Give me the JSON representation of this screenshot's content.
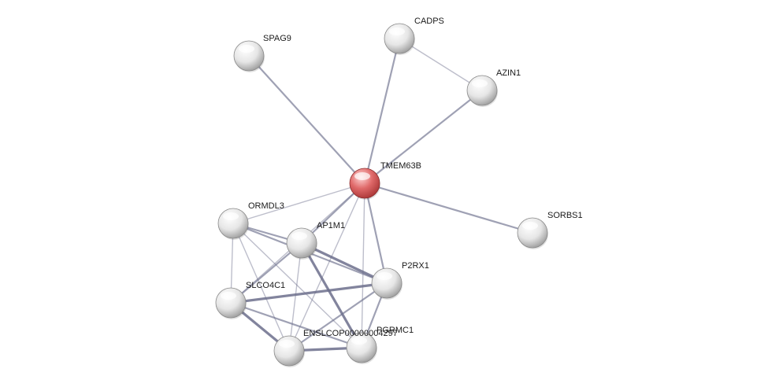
{
  "network": {
    "query_node": "TMEM63B",
    "query_color": "#e05a5a",
    "node_color": "#e8e8e8",
    "edge_color": "#6c6f8c",
    "nodes": [
      {
        "id": "TMEM63B",
        "label": "TMEM63B"
      },
      {
        "id": "SPAG9",
        "label": "SPAG9"
      },
      {
        "id": "CADPS",
        "label": "CADPS"
      },
      {
        "id": "AZIN1",
        "label": "AZIN1"
      },
      {
        "id": "SORBS1",
        "label": "SORBS1"
      },
      {
        "id": "ORMDL3",
        "label": "ORMDL3"
      },
      {
        "id": "AP1M1",
        "label": "AP1M1"
      },
      {
        "id": "P2RX1",
        "label": "P2RX1"
      },
      {
        "id": "SLCO4C1",
        "label": "SLCO4C1"
      },
      {
        "id": "ENSLCOP00000004297",
        "label": "ENSLCOP00000004297"
      },
      {
        "id": "PGRMC1",
        "label": "PGRMC1"
      }
    ],
    "edges": [
      {
        "source": "TMEM63B",
        "target": "SPAG9",
        "weight": 2
      },
      {
        "source": "TMEM63B",
        "target": "CADPS",
        "weight": 2
      },
      {
        "source": "TMEM63B",
        "target": "AZIN1",
        "weight": 2
      },
      {
        "source": "CADPS",
        "target": "AZIN1",
        "weight": 1
      },
      {
        "source": "TMEM63B",
        "target": "SORBS1",
        "weight": 2
      },
      {
        "source": "TMEM63B",
        "target": "ORMDL3",
        "weight": 1
      },
      {
        "source": "TMEM63B",
        "target": "AP1M1",
        "weight": 2
      },
      {
        "source": "TMEM63B",
        "target": "P2RX1",
        "weight": 2
      },
      {
        "source": "TMEM63B",
        "target": "ENSLCOP00000004297",
        "weight": 1
      },
      {
        "source": "TMEM63B",
        "target": "PGRMC1",
        "weight": 1
      },
      {
        "source": "TMEM63B",
        "target": "SLCO4C1",
        "weight": 1
      },
      {
        "source": "ORMDL3",
        "target": "AP1M1",
        "weight": 2
      },
      {
        "source": "ORMDL3",
        "target": "P2RX1",
        "weight": 2
      },
      {
        "source": "ORMDL3",
        "target": "SLCO4C1",
        "weight": 1
      },
      {
        "source": "ORMDL3",
        "target": "ENSLCOP00000004297",
        "weight": 1
      },
      {
        "source": "ORMDL3",
        "target": "PGRMC1",
        "weight": 1
      },
      {
        "source": "AP1M1",
        "target": "P2RX1",
        "weight": 3
      },
      {
        "source": "AP1M1",
        "target": "SLCO4C1",
        "weight": 2
      },
      {
        "source": "AP1M1",
        "target": "ENSLCOP00000004297",
        "weight": 1
      },
      {
        "source": "AP1M1",
        "target": "PGRMC1",
        "weight": 3
      },
      {
        "source": "SLCO4C1",
        "target": "P2RX1",
        "weight": 3
      },
      {
        "source": "SLCO4C1",
        "target": "ENSLCOP00000004297",
        "weight": 3
      },
      {
        "source": "SLCO4C1",
        "target": "PGRMC1",
        "weight": 2
      },
      {
        "source": "P2RX1",
        "target": "ENSLCOP00000004297",
        "weight": 2
      },
      {
        "source": "P2RX1",
        "target": "PGRMC1",
        "weight": 2
      },
      {
        "source": "ENSLCOP00000004297",
        "target": "PGRMC1",
        "weight": 3
      }
    ]
  }
}
